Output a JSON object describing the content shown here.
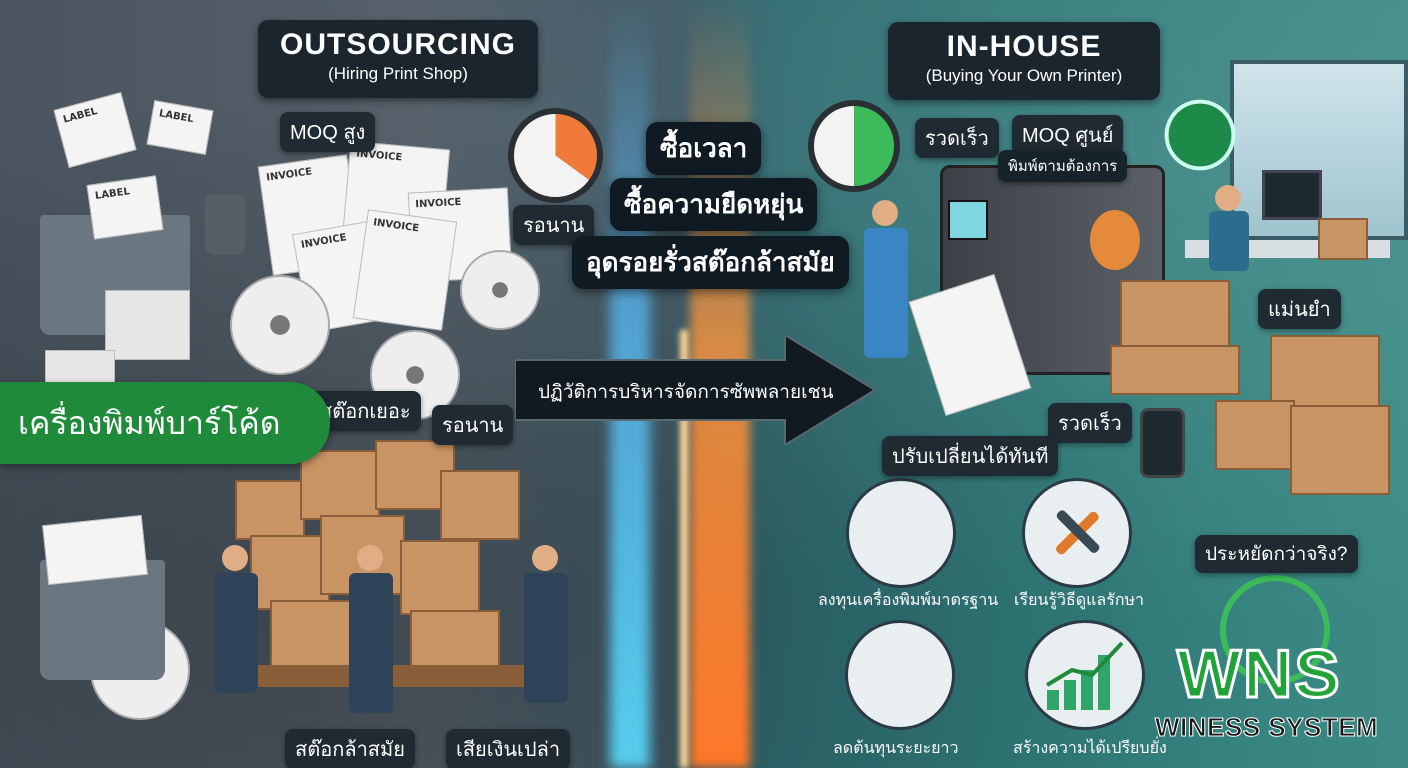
{
  "left": {
    "title": "OUTSOURCING",
    "subtitle": "(Hiring Print Shop)",
    "moq_high": "MOQ สูง",
    "wait_1": "รอนาน",
    "stock_much": "สต๊อกเยอะ",
    "wait_2": "รอนาน",
    "stock_obsolete": "สต๊อกล้าสมัย",
    "waste_money": "เสียเงินเปล่า",
    "paper_invoice": "INVOICE",
    "paper_label": "LABEL"
  },
  "center": {
    "buy_time": "ซื้อเวลา",
    "buy_flex": "ซื้อความยืดหยุ่น",
    "plug_leak": "อุดรอยรั่วสต๊อกล้าสมัย",
    "arrow_text": "ปฏิวัติการบริหารจัดการซัพพลายเชน"
  },
  "right": {
    "title": "IN-HOUSE",
    "subtitle": "(Buying Your Own Printer)",
    "fast_1": "รวดเร็ว",
    "moq_zero": "MOQ ศูนย์",
    "print_on_demand": "พิมพ์ตามต้องการ",
    "accurate": "แม่นยำ",
    "fast_2": "รวดเร็ว",
    "adjust_now": "ปรับเปลี่ยนได้ทันที",
    "invest_printer": "ลงทุนเครื่องพิมพ์มาตรฐาน",
    "learn_maintain": "เรียนรู้วิธีดูแลรักษา",
    "save_question": "ประหยัดกว่าจริง?",
    "reduce_cost": "ลดต้นทุนระยะยาว",
    "build_advantage": "สร้างความได้เปรียบยั่ง"
  },
  "banner": {
    "text": "เครื่องพิมพ์บาร์โค้ด"
  },
  "logo": {
    "main": "WNS",
    "sub": "WINESS SYSTEM",
    "color": "#22a339"
  },
  "colors": {
    "banner": "#1f8a3a",
    "arrow": "#111a20"
  }
}
